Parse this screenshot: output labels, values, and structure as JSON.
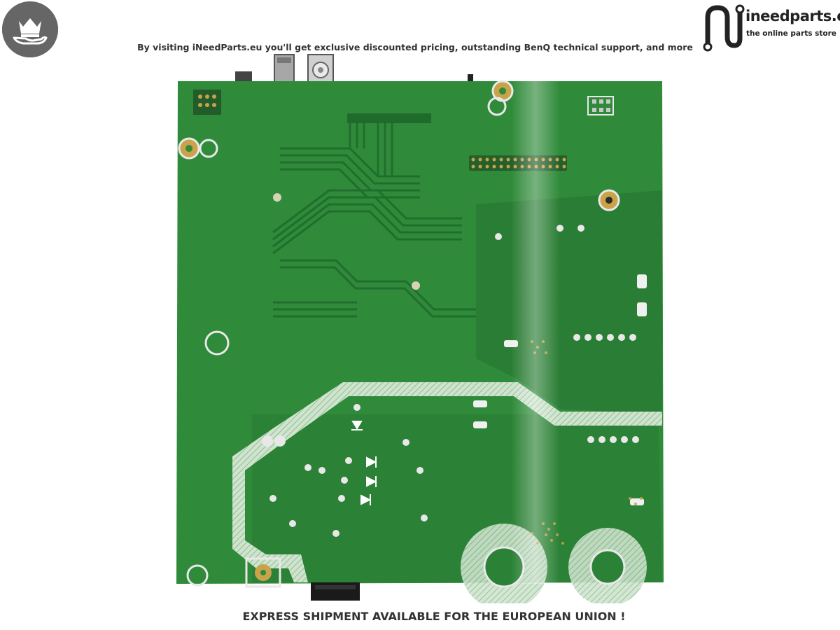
{
  "header": {
    "badge_icon": "crown-hand-icon",
    "badge_color": "#666666",
    "banner_text": "By visiting iNeedParts.eu you'll get exclusive discounted pricing, outstanding BenQ technical support, and more"
  },
  "brand": {
    "logo_icon": "circuit-n-logo-icon",
    "name": "ineedparts.eu",
    "tagline": "the online parts store"
  },
  "product_photo": {
    "subject": "printed-circuit-board",
    "board_color": "#2f8a3a",
    "trace_color": "#1f6b2c",
    "pad_color": "#c9a24a"
  },
  "footer": {
    "banner_text": "EXPRESS SHIPMENT AVAILABLE FOR THE EUROPEAN UNION !"
  }
}
